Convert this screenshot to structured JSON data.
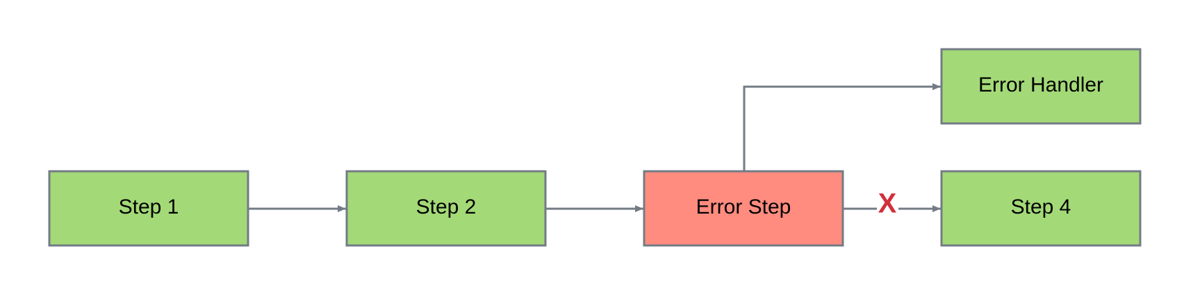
{
  "nodes": {
    "step1": {
      "label": "Step 1",
      "status": "ok"
    },
    "step2": {
      "label": "Step 2",
      "status": "ok"
    },
    "error_step": {
      "label": "Error Step",
      "status": "error"
    },
    "step4": {
      "label": "Step 4",
      "status": "ok"
    },
    "error_handler": {
      "label": "Error Handler",
      "status": "ok"
    }
  },
  "edges": [
    {
      "from": "step1",
      "to": "step2"
    },
    {
      "from": "step2",
      "to": "error_step"
    },
    {
      "from": "error_step",
      "to": "step4",
      "marker": "X"
    },
    {
      "from": "error_step",
      "to": "error_handler"
    }
  ],
  "colors": {
    "ok_fill": "#a3d977",
    "error_fill": "#ff8c7f",
    "border": "#737b85",
    "edge": "#737b85",
    "fail_mark": "#d12f3a"
  }
}
